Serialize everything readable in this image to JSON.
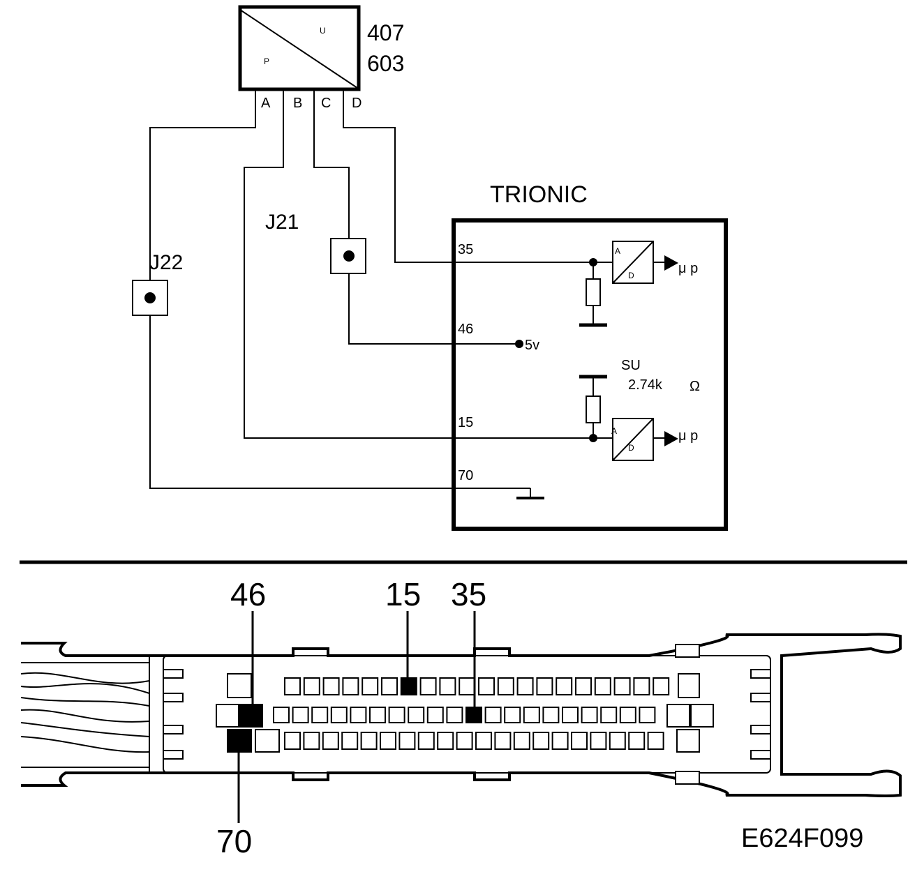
{
  "sensor": {
    "label_u": "U",
    "label_p": "P",
    "part_number_1": "407",
    "part_number_2": "603",
    "pins": [
      "A",
      "B",
      "C",
      "D"
    ]
  },
  "junctions": {
    "j21": "J21",
    "j22": "J22"
  },
  "ecu": {
    "title": "TRIONIC",
    "pins": {
      "p35": "35",
      "p46": "46",
      "p15": "15",
      "p70": "70"
    },
    "adc_a": "A",
    "adc_d": "D",
    "mu_p": "μ p",
    "supply": "5v",
    "su_label": "SU",
    "su_value": "2.74k",
    "ohm": "Ω"
  },
  "connector": {
    "callouts": {
      "c46": "46",
      "c15": "15",
      "c35": "35",
      "c70": "70"
    }
  },
  "figure_code": "E624F099"
}
